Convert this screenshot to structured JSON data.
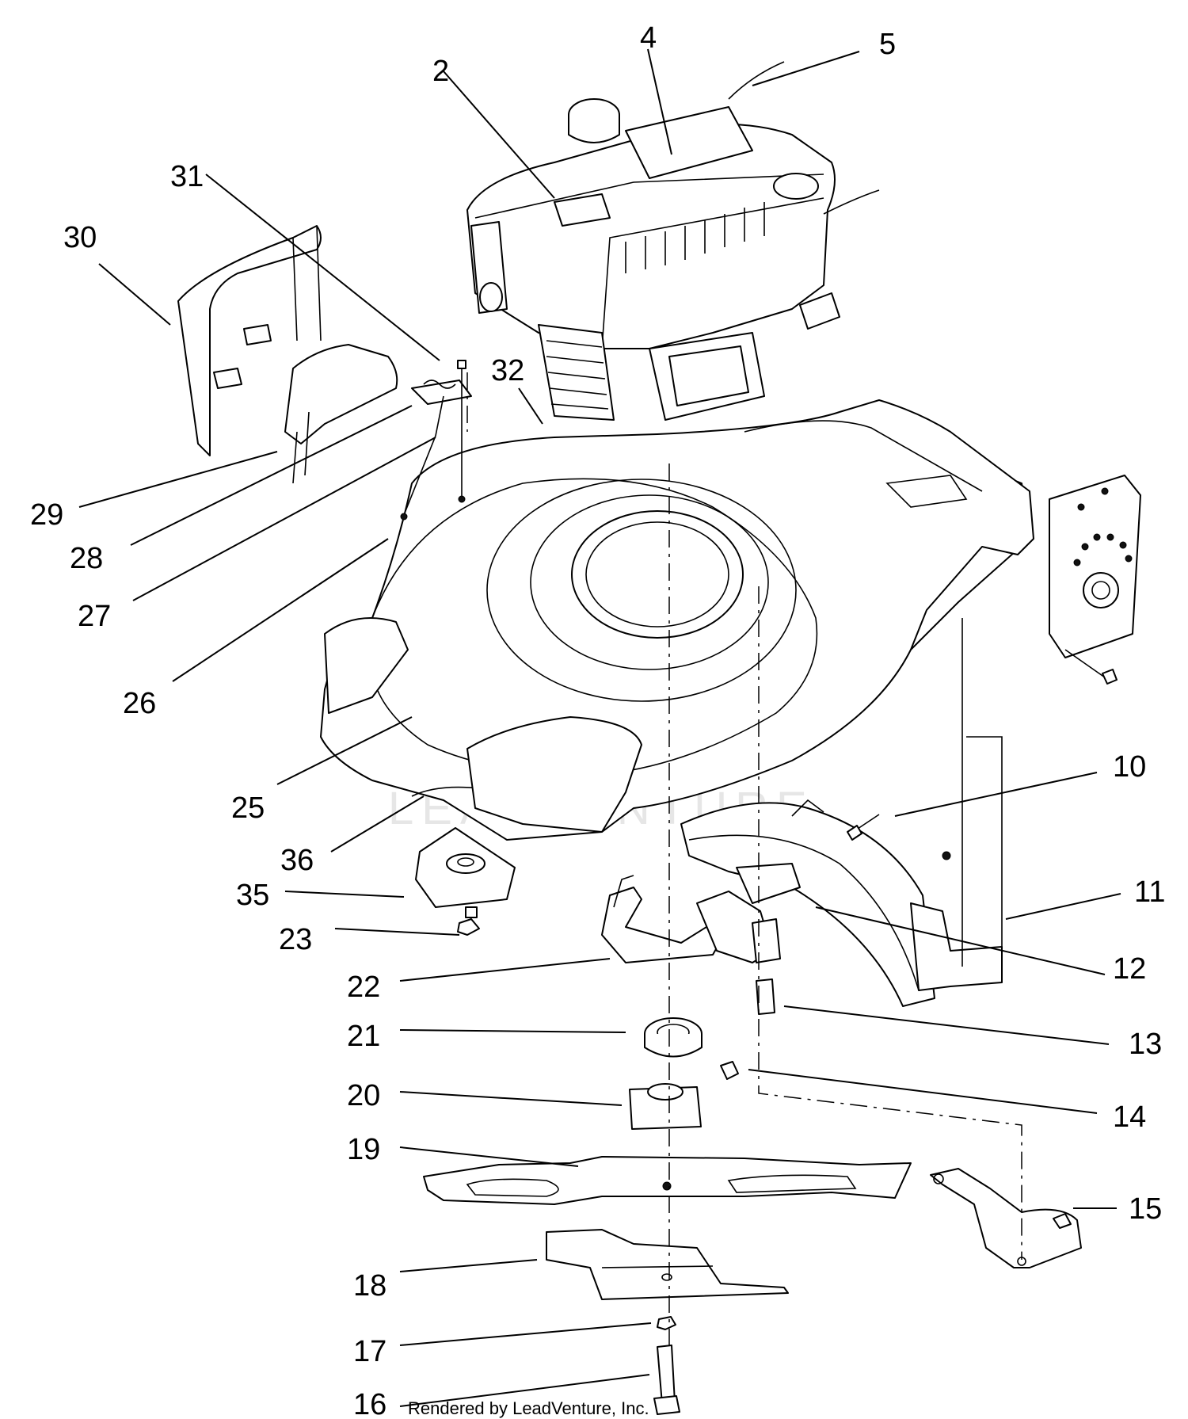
{
  "watermark": "LEADVENTURE",
  "credit": "Rendered by LeadVenture, Inc.",
  "callouts": [
    {
      "id": "2",
      "label": "2"
    },
    {
      "id": "4",
      "label": "4"
    },
    {
      "id": "5",
      "label": "5"
    },
    {
      "id": "31",
      "label": "31"
    },
    {
      "id": "30",
      "label": "30"
    },
    {
      "id": "32",
      "label": "32"
    },
    {
      "id": "29",
      "label": "29"
    },
    {
      "id": "28",
      "label": "28"
    },
    {
      "id": "27",
      "label": "27"
    },
    {
      "id": "26",
      "label": "26"
    },
    {
      "id": "25",
      "label": "25"
    },
    {
      "id": "36",
      "label": "36"
    },
    {
      "id": "35",
      "label": "35"
    },
    {
      "id": "23",
      "label": "23"
    },
    {
      "id": "22",
      "label": "22"
    },
    {
      "id": "21",
      "label": "21"
    },
    {
      "id": "20",
      "label": "20"
    },
    {
      "id": "19",
      "label": "19"
    },
    {
      "id": "18",
      "label": "18"
    },
    {
      "id": "17",
      "label": "17"
    },
    {
      "id": "16",
      "label": "16"
    },
    {
      "id": "10",
      "label": "10"
    },
    {
      "id": "11",
      "label": "11"
    },
    {
      "id": "12",
      "label": "12"
    },
    {
      "id": "13",
      "label": "13"
    },
    {
      "id": "14",
      "label": "14"
    },
    {
      "id": "15",
      "label": "15"
    }
  ]
}
